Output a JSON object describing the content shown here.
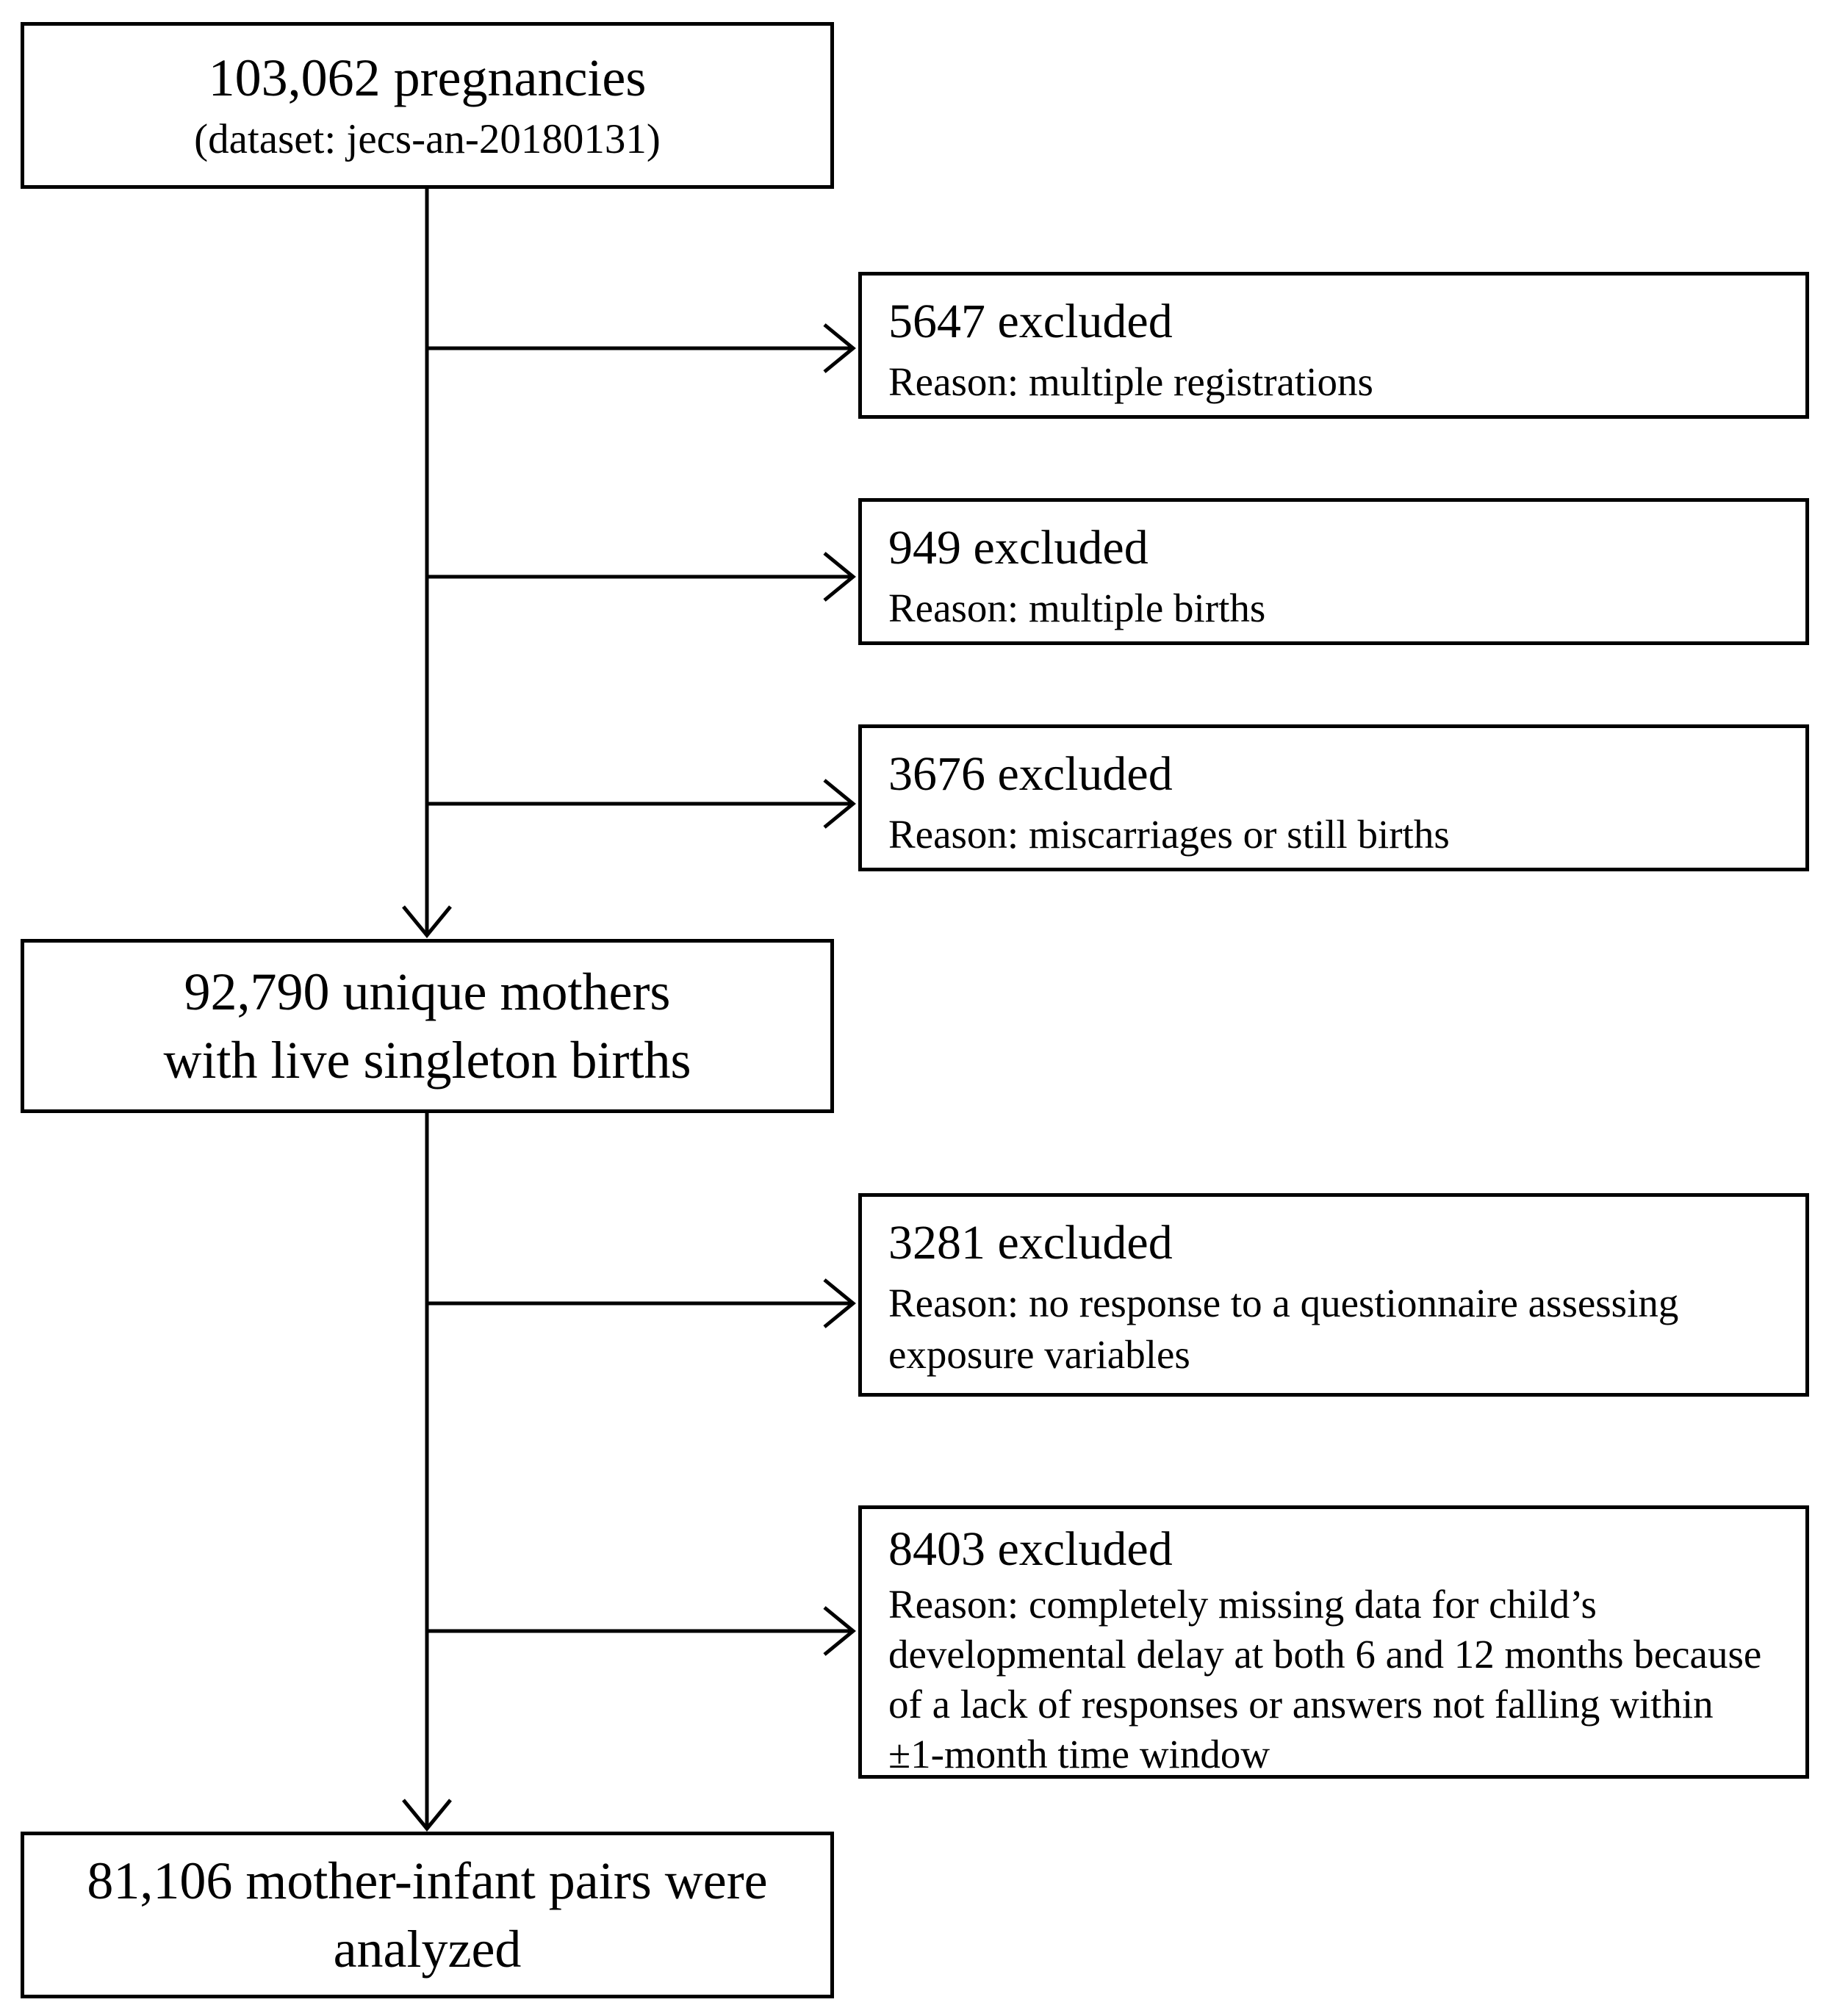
{
  "flowchart": {
    "main_nodes": [
      {
        "id": "pregnancies",
        "line1": "103,062 pregnancies",
        "line2": "(dataset: jecs-an-20180131)"
      },
      {
        "id": "unique-mothers",
        "line1": "92,790 unique mothers",
        "line2": "with live singleton births"
      },
      {
        "id": "analyzed",
        "line1": "81,106 mother-infant pairs were",
        "line2": "analyzed"
      }
    ],
    "exclusions": [
      {
        "heading": "5647 excluded",
        "reason": "Reason: multiple registrations"
      },
      {
        "heading": "949 excluded",
        "reason": "Reason: multiple births"
      },
      {
        "heading": "3676 excluded",
        "reason": "Reason: miscarriages or still births"
      },
      {
        "heading": "3281 excluded",
        "reason": "Reason: no response to a questionnaire assessing exposure variables"
      },
      {
        "heading": "8403 excluded",
        "reason": "Reason: completely missing data for child’s developmental delay at both 6 and 12 months because of a lack of responses or answers not falling within ±1-month time window"
      }
    ],
    "colors": {
      "line": "#000000",
      "background": "#ffffff",
      "text": "#000000"
    }
  }
}
